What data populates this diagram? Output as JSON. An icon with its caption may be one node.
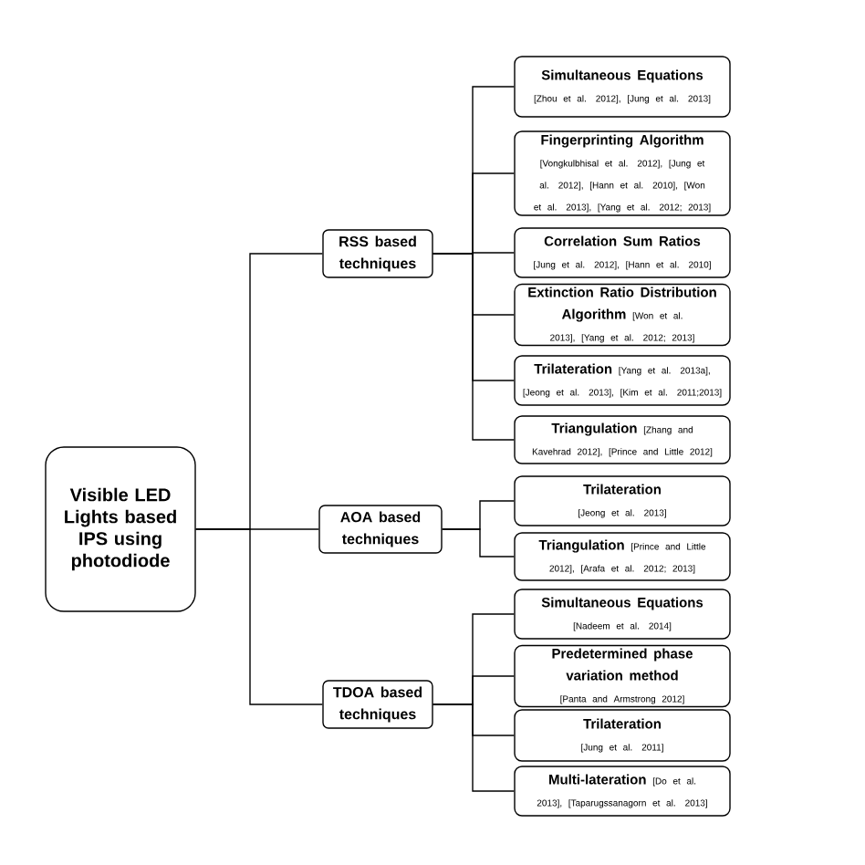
{
  "diagram": {
    "nodes": [
      {
        "text": [
          "Visible LED Lights based IPS using photodiode"
        ]
      },
      {
        "text": [
          "RSS based techniques"
        ]
      },
      {
        "text": [
          "Simultaneous Equations",
          "[Zhou et al. 2012], [Jung et al. 2013]"
        ]
      },
      {
        "text": [
          "Fingerprinting Algorithm",
          "[Vongkulbhisal et al. 2012], [Jung et al. 2012], [Hann et al. 2010], [Won et al. 2013], [Yang et al. 2012; 2013]"
        ]
      },
      {
        "text": [
          "Correlation Sum Ratios",
          "[Jung et al. 2012], [Hann et al. 2010]"
        ]
      },
      {
        "text": [
          "Extinction Ratio Distribution Algorithm",
          "[Won et al. 2013], [Yang et al. 2012; 2013]"
        ]
      },
      {
        "text": [
          "Trilateration",
          "[Yang et al. 2013a], [Jeong et al. 2013], [Kim et al. 2011;2013]"
        ]
      },
      {
        "text": [
          "Triangulation",
          "[Zhang and Kavehrad 2012], [Prince and Little 2012]"
        ]
      },
      {
        "text": [
          "AOA based techniques"
        ]
      },
      {
        "text": [
          "Trilateration",
          "[Jeong et al. 2013]"
        ]
      },
      {
        "text": [
          "Triangulation",
          "[Prince and Little 2012], [Arafa et al. 2012; 2013]"
        ]
      },
      {
        "text": [
          "TDOA based techniques"
        ]
      },
      {
        "text": [
          "Simultaneous Equations",
          "[Nadeem et al. 2014]"
        ]
      },
      {
        "text": [
          "Predetermined phase variation method",
          "[Panta and Armstrong 2012]"
        ]
      },
      {
        "text": [
          "Trilateration",
          "[Jung et al. 2011]"
        ]
      },
      {
        "text": [
          "Multi-lateration",
          "[Do et al. 2013], [Taparugssanagorn et al. 2013]"
        ]
      }
    ],
    "edges": [
      {
        "from": 0,
        "to": 1,
        "arrow": "none"
      },
      {
        "from": 0,
        "to": 8,
        "arrow": "none"
      },
      {
        "from": 0,
        "to": 11,
        "arrow": "none"
      },
      {
        "from": 1,
        "to": 2,
        "arrow": "none"
      },
      {
        "from": 1,
        "to": 3,
        "arrow": "none"
      },
      {
        "from": 1,
        "to": 4,
        "arrow": "none"
      },
      {
        "from": 1,
        "to": 5,
        "arrow": "none"
      },
      {
        "from": 1,
        "to": 6,
        "arrow": "none"
      },
      {
        "from": 1,
        "to": 7,
        "arrow": "none"
      },
      {
        "from": 8,
        "to": 9,
        "arrow": "none"
      },
      {
        "from": 8,
        "to": 10,
        "arrow": "none"
      },
      {
        "from": 11,
        "to": 12,
        "arrow": "none"
      },
      {
        "from": 11,
        "to": 13,
        "arrow": "none"
      },
      {
        "from": 11,
        "to": 14,
        "arrow": "none"
      },
      {
        "from": 11,
        "to": 15,
        "arrow": "none"
      }
    ]
  }
}
